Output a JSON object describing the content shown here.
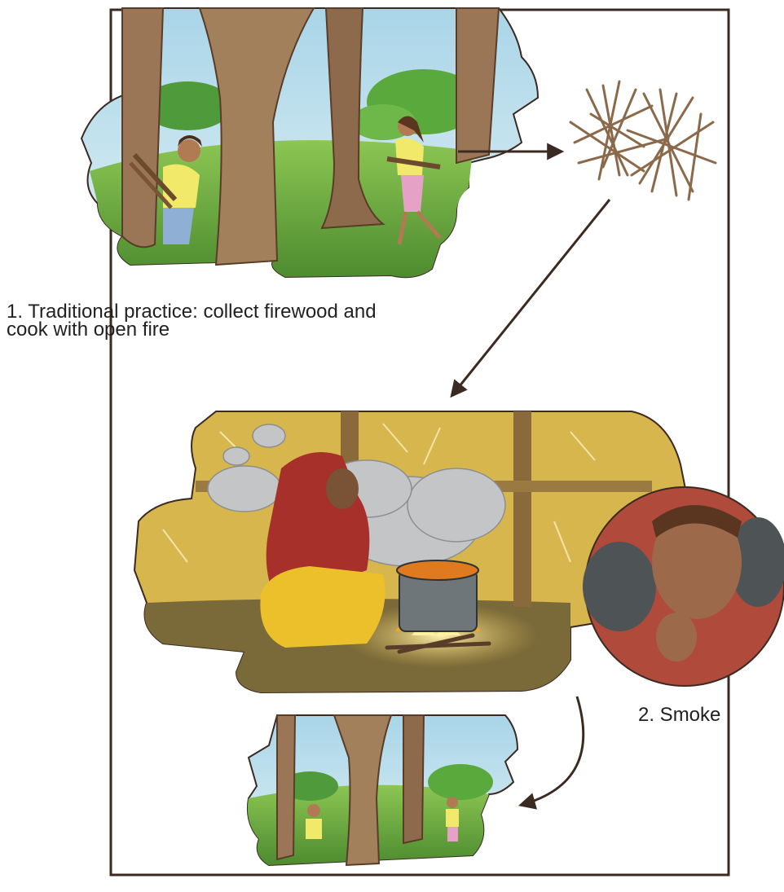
{
  "captions": {
    "step1_line1": "1. Traditional practice: collect firewood and",
    "step1_line2": "cook with open fire",
    "step2": "2. Smoke"
  },
  "colors": {
    "frame": "#3b2a22",
    "arrow": "#3b2a22",
    "sky": "#bfe0ec",
    "grass": "#7dbb45",
    "bark": "#9b7656",
    "thatch": "#d9b64e",
    "scarf": "#a8302a",
    "dress": "#ecc02a",
    "smoke": "#bfc1c3",
    "fire": "#f5a51f"
  },
  "illustrations": [
    {
      "name": "forest-firewood-collection",
      "depicts": "two girls gathering firewood among trees"
    },
    {
      "name": "firewood-bundle",
      "depicts": "pile of firewood sticks"
    },
    {
      "name": "hut-cooking-scene",
      "depicts": "woman in red scarf cooking over open fire inside thatched hut with smoke"
    },
    {
      "name": "coughing-woman-closeup",
      "depicts": "close-up of woman coughing in smoke"
    },
    {
      "name": "forest-firewood-collection-repeat",
      "depicts": "girls gathering firewood among trees (cycle repeats)"
    }
  ]
}
